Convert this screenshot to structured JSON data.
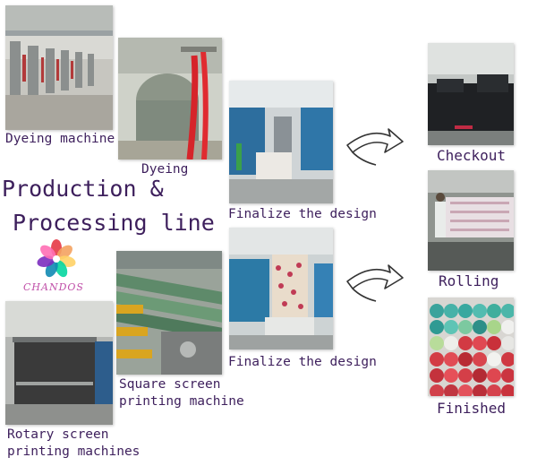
{
  "title": {
    "line1": "Production  &",
    "line2": "Processing  line"
  },
  "logo": {
    "text": "CHANDOS"
  },
  "steps": {
    "dyeing_machine": "Dyeing machine",
    "dyeing": "Dyeing",
    "finalize_1": "Finalize the design",
    "finalize_2": "Finalize the design",
    "square_line1": "Square screen",
    "square_line2": "printing machine",
    "rotary_line1": "Rotary screen",
    "rotary_line2": "printing machines",
    "checkout": "Checkout",
    "rolling": "Rolling",
    "finished": "Finished"
  },
  "colors": {
    "text": "#3d1f5c",
    "logo_petals": [
      "#e63946",
      "#f4a261",
      "#ffd166",
      "#06d6a0",
      "#118ab2",
      "#7b2cbf",
      "#ff6fb5"
    ]
  }
}
